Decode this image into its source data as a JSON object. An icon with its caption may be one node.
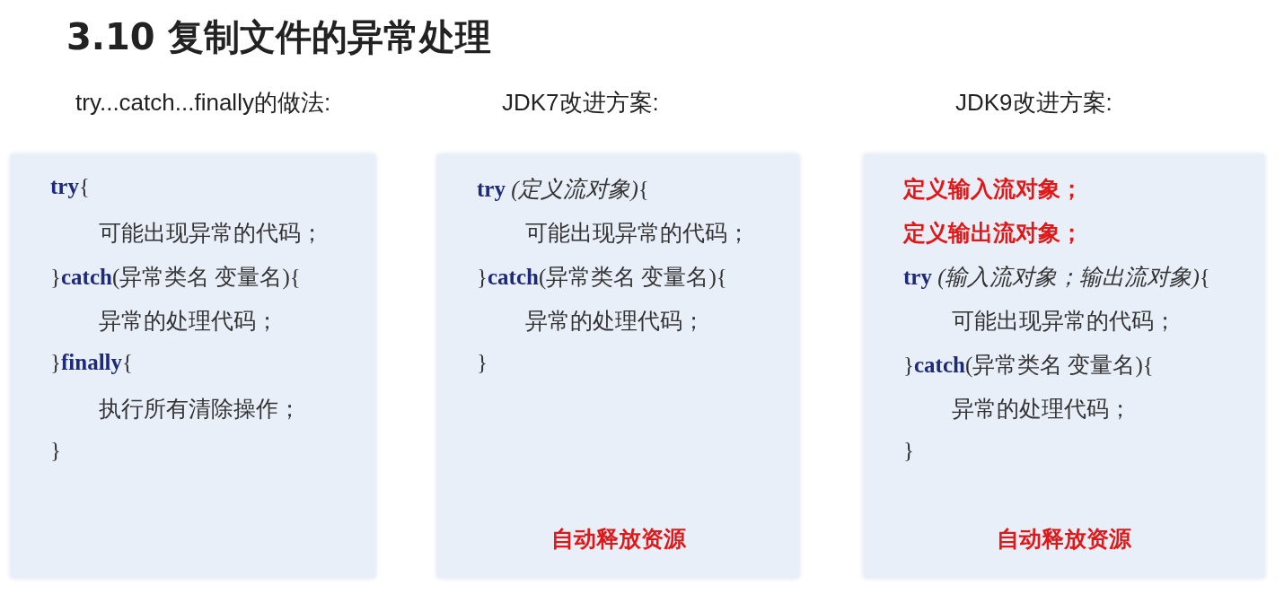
{
  "diagram": {
    "title": "3.10 复制文件的异常处理",
    "nodes": [
      {
        "text": [
          "try...catch...finally的做法:",
          "**try**{",
          "可能出现异常的代码；",
          "}**catch**(异常类名 变量名){",
          "异常的处理代码；",
          "}**finally**{",
          "执行所有清除操作；",
          "}"
        ]
      },
      {
        "text": [
          "JDK7改进方案:",
          "**try** *(定义流对象)*{",
          "可能出现异常的代码；",
          "}**catch**(异常类名 变量名){",
          "异常的处理代码；",
          "}",
          "自动释放资源"
        ]
      },
      {
        "text": [
          "JDK9改进方案:",
          "定义输入流对象；",
          "定义输出流对象；",
          "**try** *(输入流对象；输出流对象)*{",
          "可能出现异常的代码；",
          "}**catch**(异常类名 变量名){",
          "异常的处理代码；",
          "}",
          "自动释放资源"
        ]
      }
    ]
  }
}
